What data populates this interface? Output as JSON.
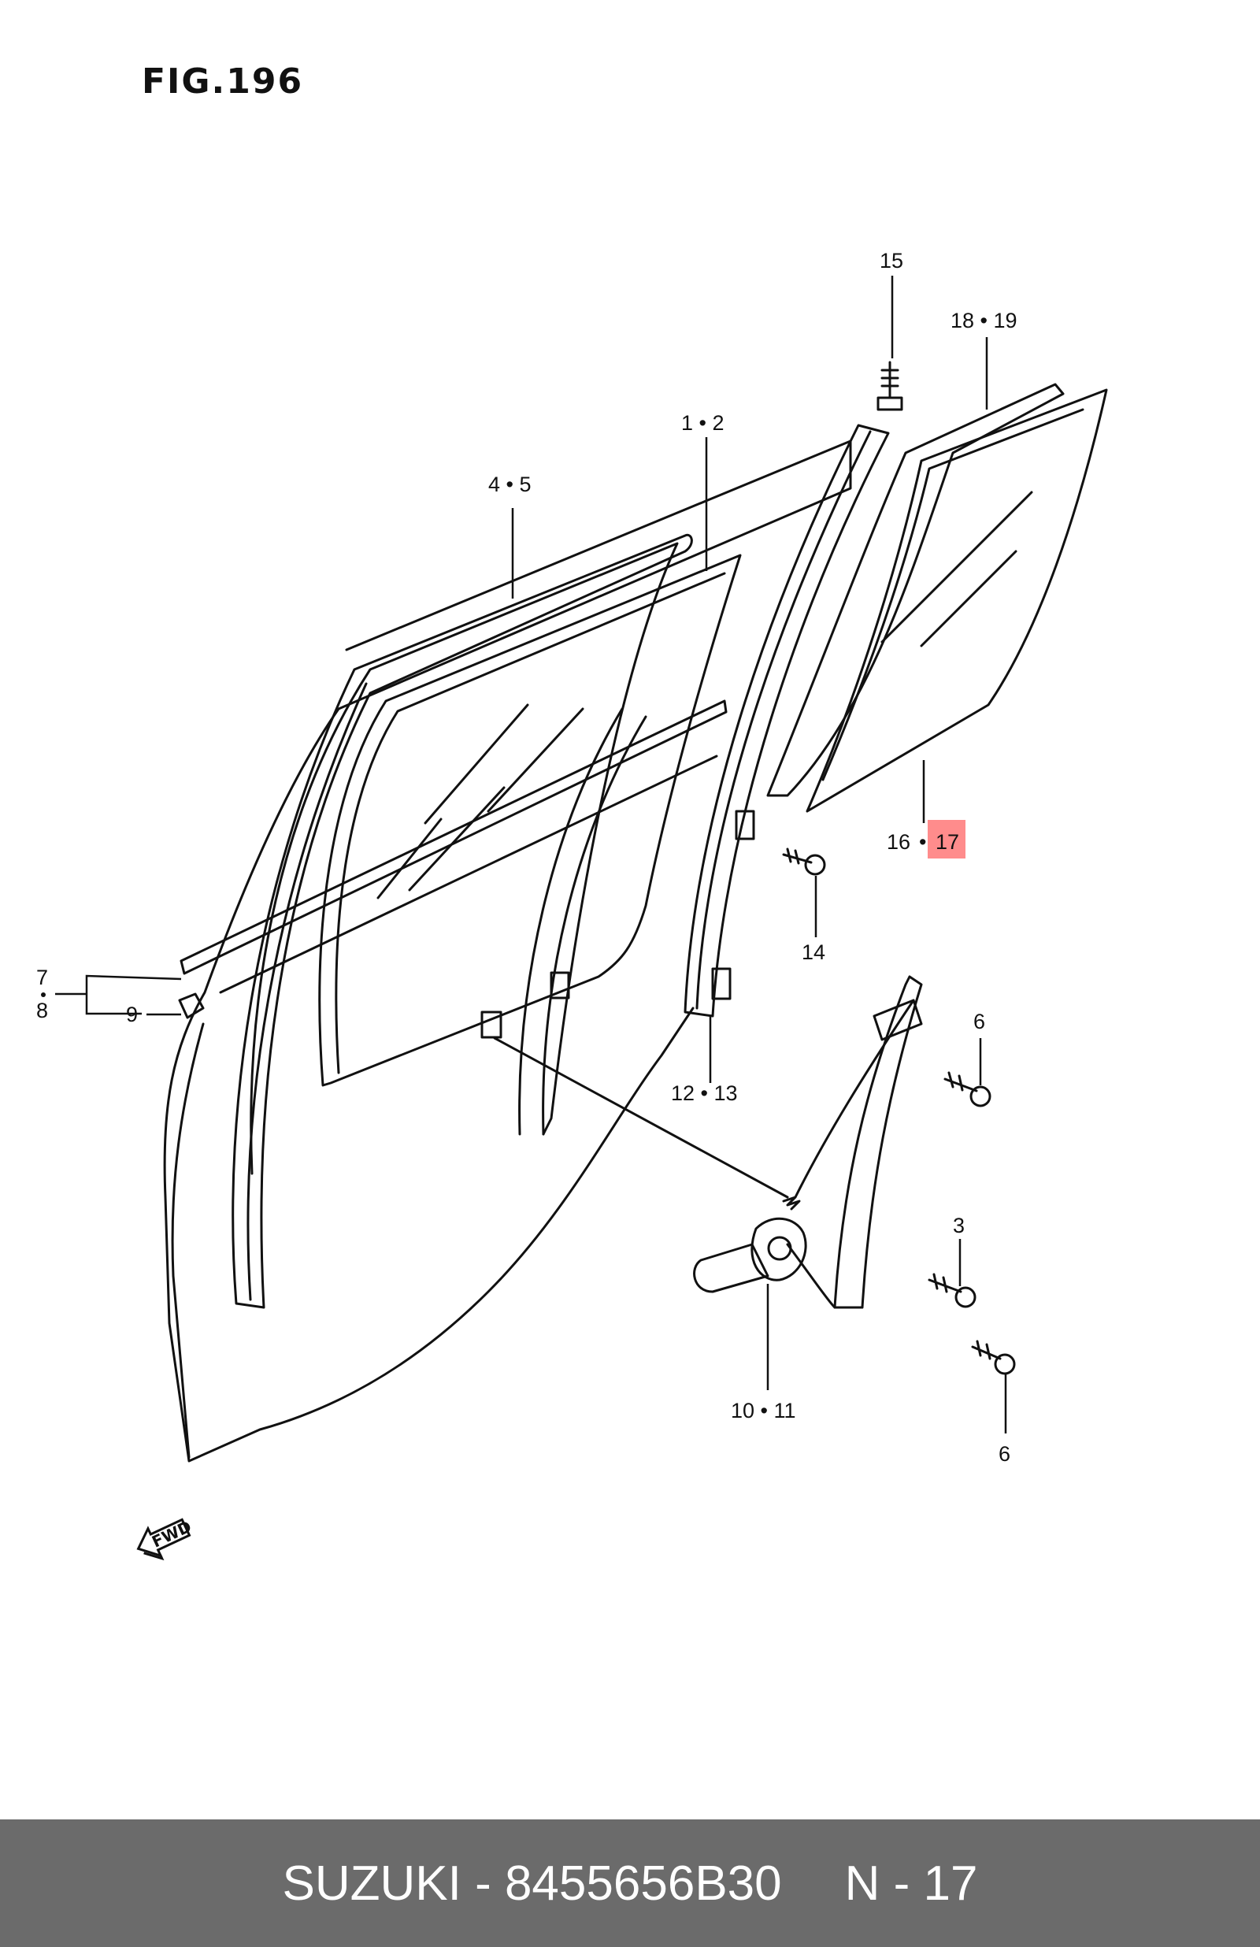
{
  "figure": {
    "title": "FIG.196"
  },
  "callouts": {
    "c15": "15",
    "c18_19": "18 • 19",
    "c1_2": "1 • 2",
    "c4_5": "4 • 5",
    "c16": "16",
    "c16_dot": "•",
    "c17": "17",
    "c14": "14",
    "c7": "7",
    "c8": "8",
    "c9": "9",
    "c12_13": "12 • 13",
    "c6_top": "6",
    "c3": "3",
    "c10_11": "10 • 11",
    "c6_bottom": "6"
  },
  "fwd_badge": "FWD",
  "highlight_color": "#ff8c8c",
  "footer": {
    "part_text": "SUZUKI - 8455656B30",
    "ref_text": "N - 17",
    "background": "#6b6b6b"
  }
}
